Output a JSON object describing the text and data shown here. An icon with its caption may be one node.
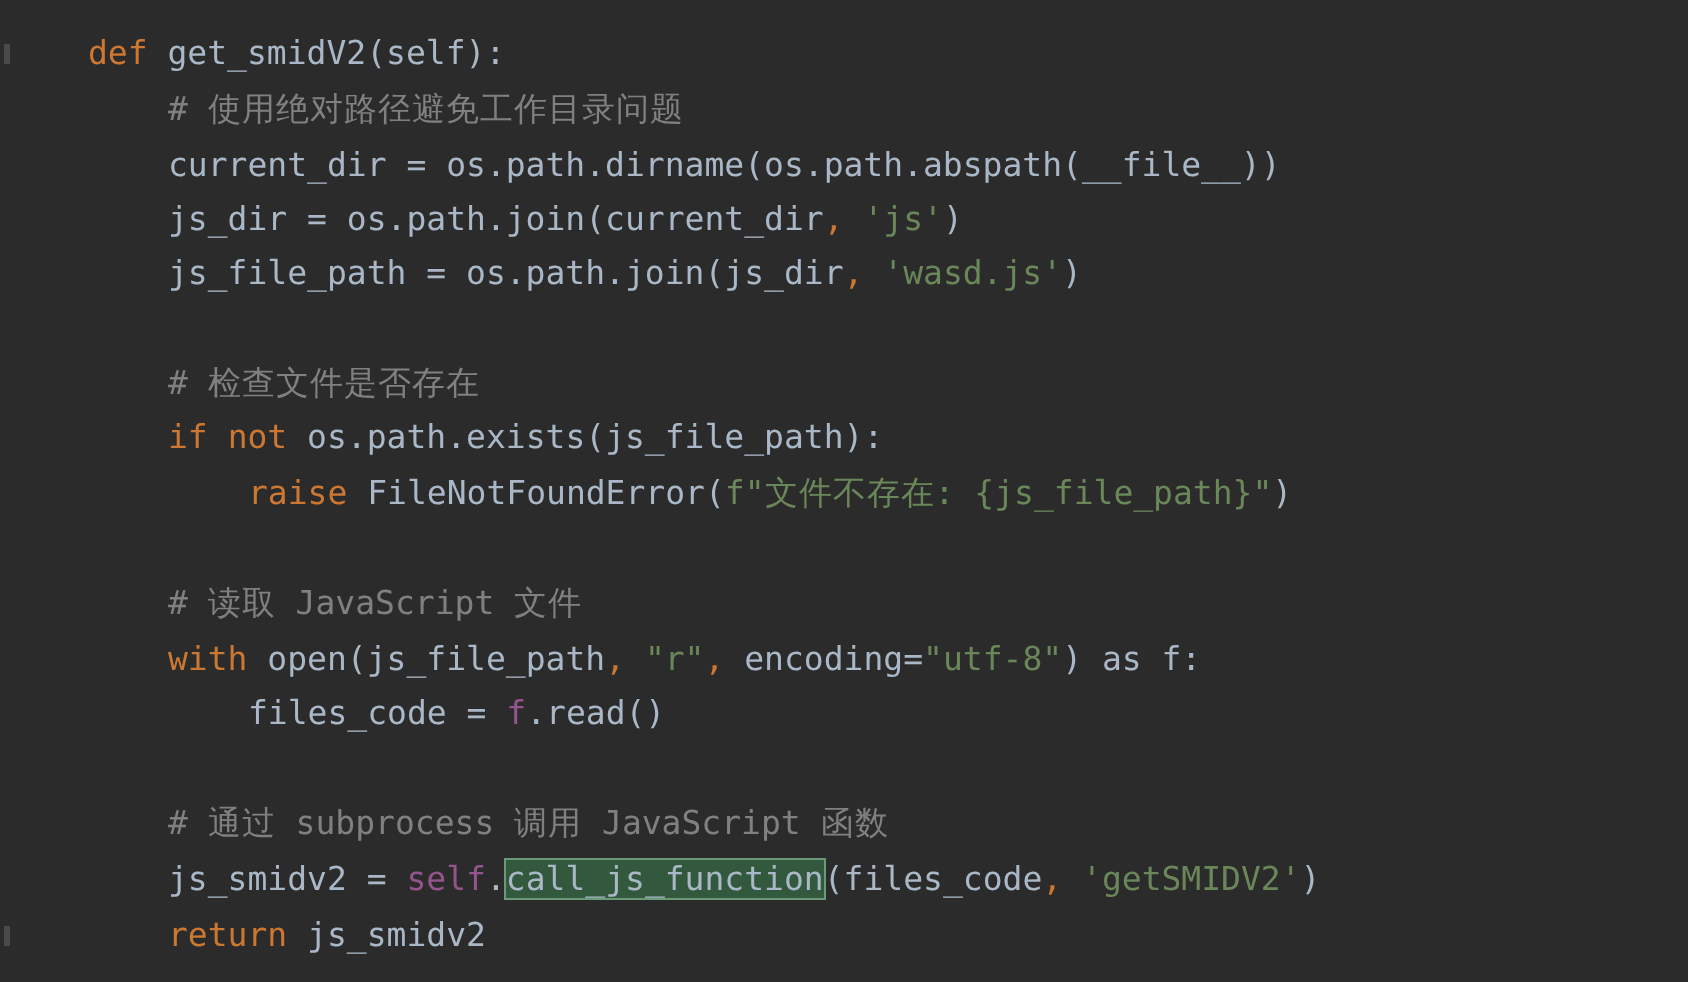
{
  "diagram": {
    "labels": [
      "def get_smidV2(self):",
      "# 使用绝对路径避免工作目录问题",
      "current_dir = os.path.dirname(os.path.abspath(__file__))",
      "js_dir = os.path.join(current_dir, 'js')",
      "js_file_path = os.path.join(js_dir, 'wasd.js')",
      "# 检查文件是否存在",
      "if not os.path.exists(js_file_path):",
      "raise FileNotFoundError(f\"文件不存在: {js_file_path}\")",
      "# 读取 JavaScript 文件",
      "with open(js_file_path, \"r\", encoding=\"utf-8\") as f:",
      "files_code = f.read()",
      "# 通过 subprocess 调用 JavaScript 函数",
      "js_smidv2 = self.call_js_function(files_code, 'getSMIDV2')",
      "return js_smidv2"
    ]
  }
}
